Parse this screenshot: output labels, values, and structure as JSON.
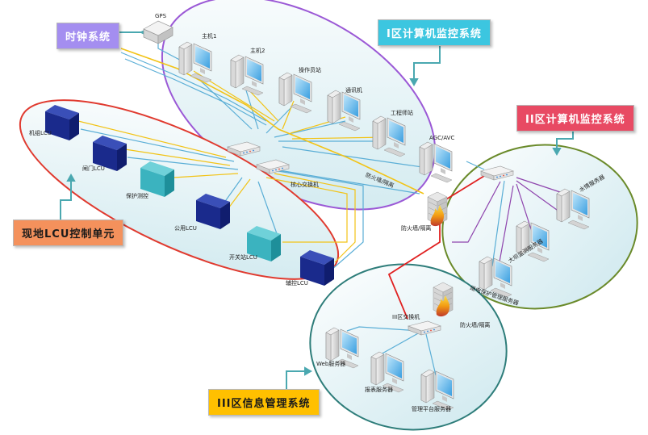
{
  "regions": {
    "clock": {
      "label": "时钟系统"
    },
    "zone1": {
      "label": "I区计算机监控系统"
    },
    "zone2": {
      "label": "II区计算机监控系统"
    },
    "lcu": {
      "label": "现地LCU控制单元"
    },
    "zone3": {
      "label": "III区信息管理系统"
    }
  },
  "nodes": {
    "gps": "GPS",
    "host1": "主机1",
    "host2": "主机2",
    "operator": "操作员站",
    "comm": "通讯机",
    "engineer": "工程师站",
    "agc": "AGC/AVC",
    "core_switch": "核心交换机",
    "firewall1": "防火墙/隔离",
    "firewall_edge": "防火墙/隔离",
    "lcu_main": "机组LCU",
    "lcu_gate": "闸门LCU",
    "lcu_protect": "保护测控",
    "lcu_public": "公用LCU",
    "lcu_switchyard": "开关站LCU",
    "lcu_aux": "辅控LCU",
    "hydro_server": "水情服务器",
    "dam_server": "大坝监测服务器",
    "relay_server": "继电保护管理服务器",
    "switch3": "III区交换机",
    "firewall3": "防火墙/隔离",
    "web_server": "Web服务器",
    "report_server": "报表服务器",
    "platform_server": "管理平台服务器"
  },
  "colors": {
    "clock_bg": "#a48ef0",
    "zone1_bg": "#3cc6e0",
    "zone2_bg": "#e84a63",
    "lcu_bg": "#f4915c",
    "zone3_bg": "#ffc000",
    "zone1_ellipse": "#9b59d6",
    "lcu_ellipse": "#e03a2f",
    "zone2_ellipse": "#6a8a2a",
    "zone3_ellipse": "#2e7d7a",
    "link_yellow": "#f2c316",
    "link_blue": "#5aaed6",
    "link_red": "#e02020",
    "link_purple": "#8e44ad"
  }
}
